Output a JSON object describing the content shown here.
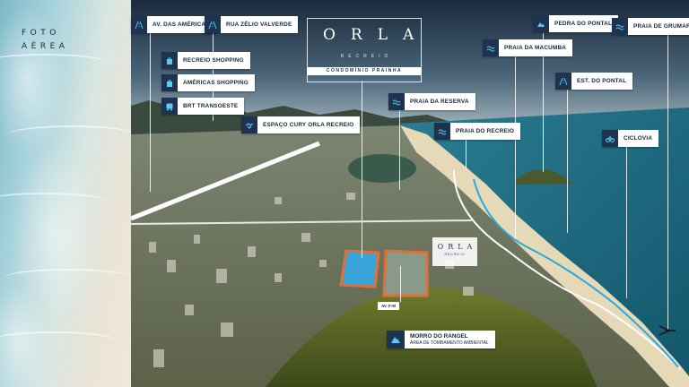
{
  "panel": {
    "title_line1": "FOTO",
    "title_line2": "AÉREA"
  },
  "logo": {
    "word": "ORLA",
    "sub": "RECREIO",
    "band": "CONDOMÍNIO PRAINHA"
  },
  "mini_logo": {
    "word": "ORLA",
    "sub": "RECREIO"
  },
  "lot_label": "AV. F-M",
  "labels": {
    "av_americas": "AV. DAS AMÉRICAS",
    "rua_zelio": "RUA ZÉLIO VALVERDE",
    "recreio_shopping": "RECREIO SHOPPING",
    "americas_shopping": "AMÉRICAS SHOPPING",
    "brt": "BRT TRANSOESTE",
    "espaco_cury": "ESPAÇO CURY ORLA RECREIO",
    "praia_reserva": "PRAIA DA RESERVA",
    "praia_recreio": "PRAIA DO RECREIO",
    "praia_macumba": "PRAIA DA MACUMBA",
    "pedra_pontal": "PEDRA DO PONTAL",
    "est_pontal": "EST. DO PONTAL",
    "praia_grumari": "PRAIA DE GRUMARI",
    "ciclovia": "CICLOVIA",
    "morro_title": "MORRO DO RANGEL",
    "morro_sub": "ÁREA DE TOMBAMENTO AMBIENTAL"
  },
  "icons": {
    "av_americas": "road-icon",
    "rua_zelio": "road-icon",
    "recreio_shopping": "shopping-bag-icon",
    "americas_shopping": "shopping-bag-icon",
    "brt": "bus-icon",
    "espaco_cury": "handshake-icon",
    "beaches": "waves-icon",
    "pedra_pontal": "waves-icon",
    "est_pontal": "road-icon",
    "ciclovia": "bicycle-icon",
    "morro": "mountain-icon"
  },
  "colors": {
    "label_icon_bg": "#1e3350",
    "lot_highlight": "#3aa3d8",
    "lot_border": "#e0703a",
    "sea": "#1d6f86",
    "cycle_path": "#2aa8e0"
  }
}
